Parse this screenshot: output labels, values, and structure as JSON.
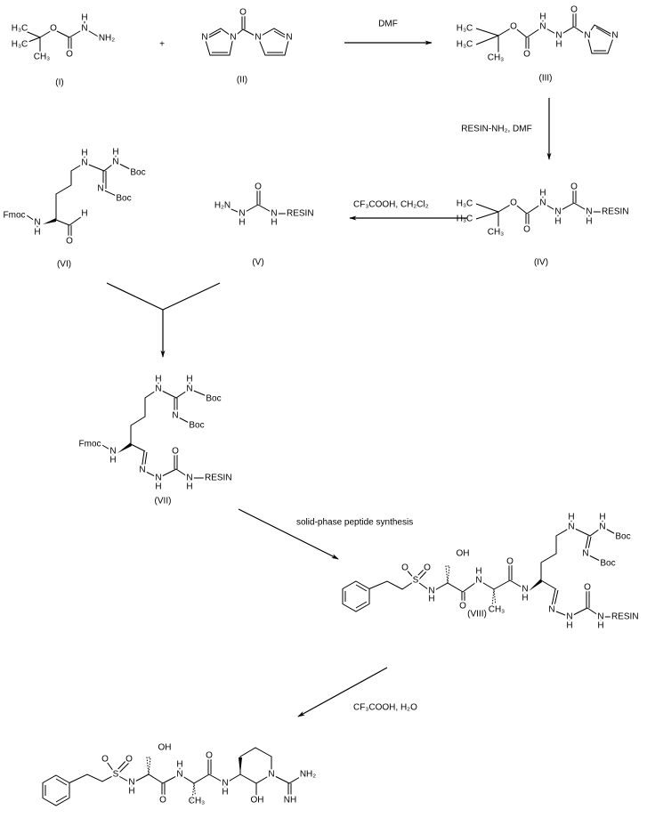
{
  "scheme": {
    "plus": "+",
    "reagents": {
      "step1": "DMF",
      "step2": "RESIN-NH₂, DMF",
      "step3": "CF₃COOH, CH₂Cl₂",
      "step5": "solid-phase peptide synthesis",
      "step6": "CF₃COOH, H₂O"
    },
    "compounds": {
      "I": {
        "label": "(I)",
        "atoms": [
          "H₃C",
          "H₃C",
          "CH₃",
          "O",
          "O",
          "H",
          "N",
          "NH₂"
        ]
      },
      "II": {
        "label": "(II)",
        "atoms": [
          "O",
          "N",
          "N",
          "N",
          "N"
        ]
      },
      "III": {
        "label": "(III)",
        "atoms": [
          "H₃C",
          "H₃C",
          "CH₃",
          "O",
          "O",
          "H",
          "N",
          "N",
          "H",
          "O",
          "N",
          "N"
        ]
      },
      "IV": {
        "label": "(IV)",
        "atoms": [
          "H₃C",
          "H₃C",
          "CH₃",
          "O",
          "O",
          "H",
          "N",
          "N",
          "H",
          "O",
          "N",
          "H",
          "RESIN"
        ]
      },
      "V": {
        "label": "(V)",
        "atoms": [
          "H₂N",
          "N",
          "H",
          "O",
          "N",
          "H",
          "RESIN"
        ]
      },
      "VI": {
        "label": "(VI)",
        "atoms": [
          "Fmoc",
          "N",
          "H",
          "O",
          "H",
          "N",
          "H",
          "N",
          "H",
          "Boc",
          "N",
          "Boc"
        ]
      },
      "VII": {
        "label": "(VII)",
        "atoms": [
          "Fmoc",
          "N",
          "H",
          "N",
          "H",
          "N",
          "H",
          "Boc",
          "N",
          "Boc",
          "N",
          "N",
          "H",
          "O",
          "N",
          "H",
          "RESIN"
        ]
      },
      "VIII": {
        "label": "(VIII)",
        "atoms": [
          "S",
          "O",
          "O",
          "N",
          "H",
          "OH",
          "O",
          "N",
          "H",
          "O",
          "CH₃",
          "N",
          "H",
          "N",
          "H",
          "N",
          "H",
          "Boc",
          "N",
          "Boc",
          "N",
          "N",
          "H",
          "O",
          "N",
          "H",
          "RESIN"
        ]
      },
      "product": {
        "atoms": [
          "S",
          "O",
          "O",
          "N",
          "H",
          "OH",
          "O",
          "N",
          "H",
          "O",
          "CH₃",
          "N",
          "H",
          "N",
          "OH",
          "NH₂",
          "NH"
        ]
      }
    }
  }
}
